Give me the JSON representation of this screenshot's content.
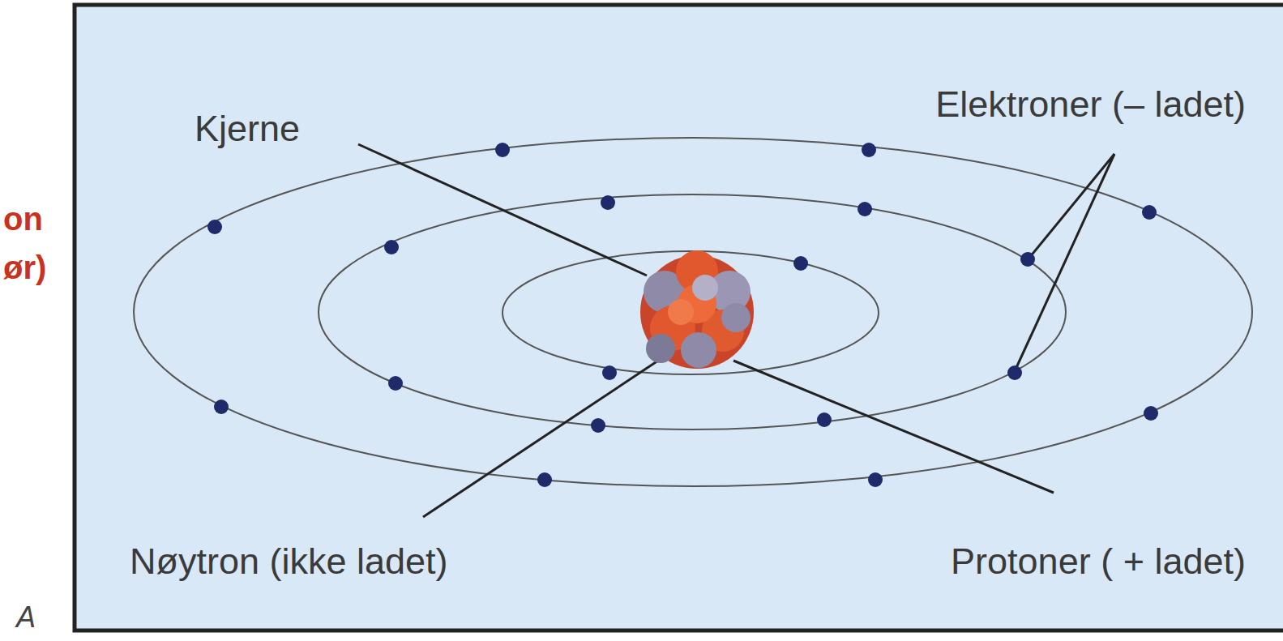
{
  "diagram": {
    "labels": [
      "on",
      "ør)",
      "Kjerne",
      "Elektroner (– ladet)",
      "Nøytron (ikke ladet)",
      "Protoner ( + ladet)",
      "A"
    ]
  }
}
